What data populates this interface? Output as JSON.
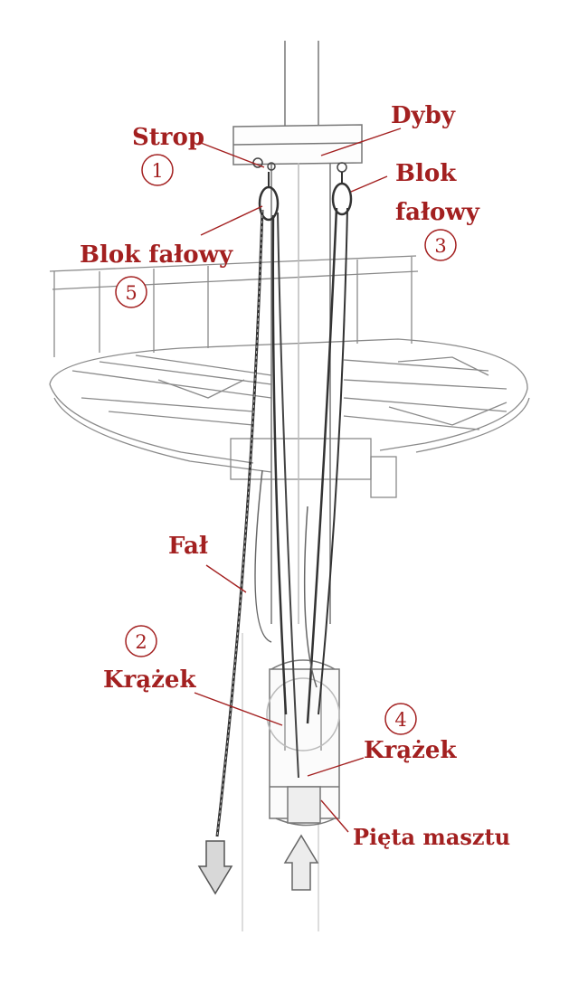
{
  "colors": {
    "accent": "#a32020",
    "ink": "#555555",
    "rope": "#333333",
    "paper": "#ffffff"
  },
  "labels": {
    "strop": "Strop",
    "dyby": "Dyby",
    "blok_falowy_right": "Blok",
    "blok_falowy_right_line2": "fałowy",
    "blok_falowy_left": "Blok fałowy",
    "fal": "Fał",
    "krazek_left": "Krążek",
    "krazek_right": "Krążek",
    "pieta_masztu": "Pięta masztu"
  },
  "numbers": {
    "n1": "1",
    "n2": "2",
    "n3": "3",
    "n4": "4",
    "n5": "5"
  }
}
